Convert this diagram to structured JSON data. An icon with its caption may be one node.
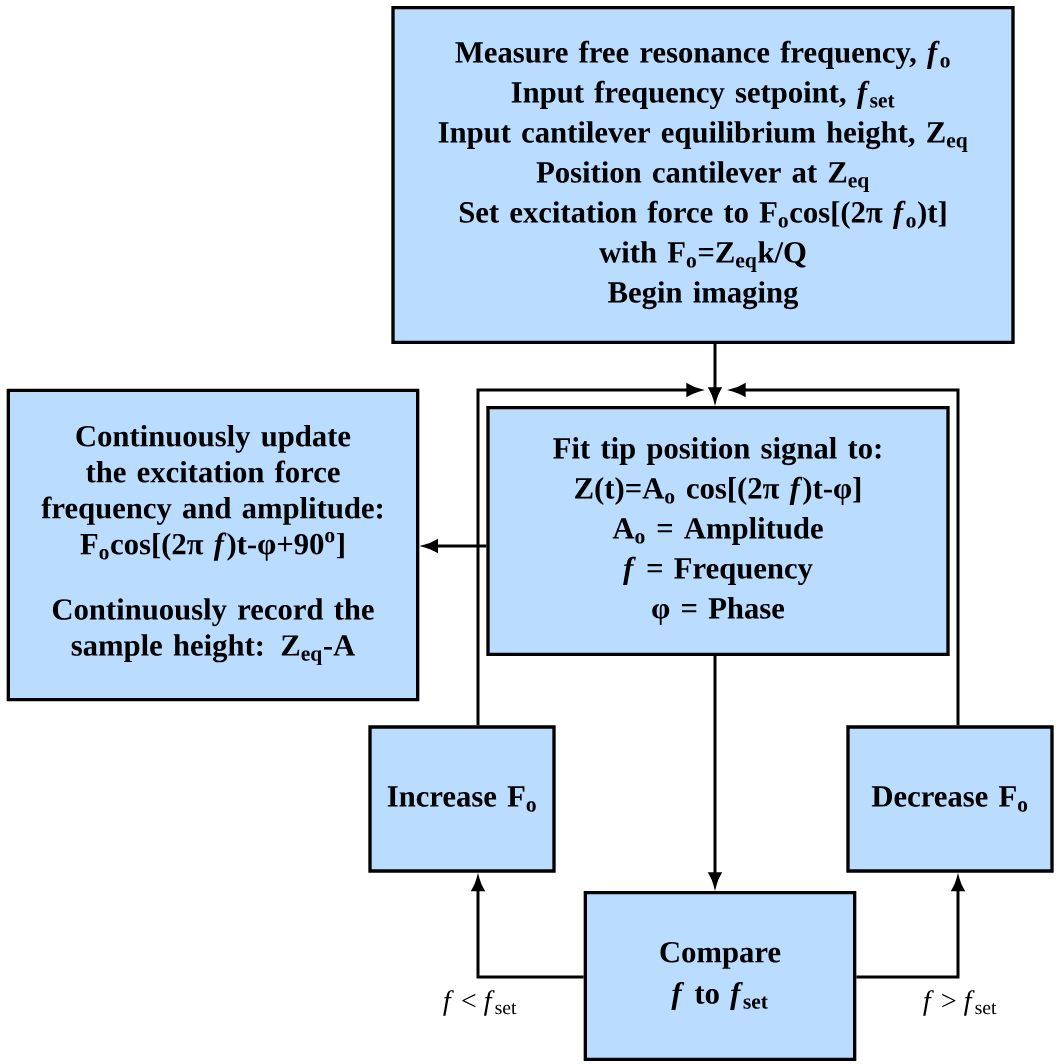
{
  "diagram": {
    "nodes": [
      {
        "text": [
          "Measure free resonance frequency, *f*$_{o}$",
          "Input frequency setpoint, *f*$_{set}$",
          "Input cantilever equilibrium height, Z$_{eq}$",
          "Position cantilever at Z$_{eq}$",
          "Set excitation force to F$_{o}$cos[(2π *f*$_{o}$)t]",
          "with F$_{o}$=Z$_{eq}$k/Q",
          "Begin imaging"
        ]
      },
      {
        "text": [
          "Continuously update the excitation force frequency and amplitude: F$_{o}$cos[(2π *f*)t-φ+90$^{o}$]",
          "Continuously record the sample height: Z$_{eq}$-A"
        ]
      },
      {
        "text": [
          "Fit tip position signal to:",
          "Z(t)=A$_{o}$ cos[(2π *f*)t-φ]",
          "A$_{o}$ = Amplitude",
          "*f* = Frequency",
          "φ = Phase"
        ]
      },
      {
        "text": [
          "Increase F$_{o}$"
        ]
      },
      {
        "text": [
          "Decrease F$_{o}$"
        ]
      },
      {
        "text": [
          "Compare",
          "*f* to *f*$_{set}$"
        ]
      }
    ],
    "edges": [
      {
        "from": 0,
        "to": 2,
        "arrow": "to"
      },
      {
        "from": 3,
        "to": 2,
        "arrow": "to"
      },
      {
        "from": 4,
        "to": 2,
        "arrow": "to"
      },
      {
        "from": 2,
        "to": 1,
        "arrow": "to"
      },
      {
        "from": 2,
        "to": 5,
        "arrow": "to"
      },
      {
        "from": 5,
        "to": 3,
        "arrow": "to",
        "label": "*f* < *f*$_{set}$"
      },
      {
        "from": 5,
        "to": 4,
        "arrow": "to",
        "label": "*f* > *f*$_{set}$"
      }
    ]
  }
}
